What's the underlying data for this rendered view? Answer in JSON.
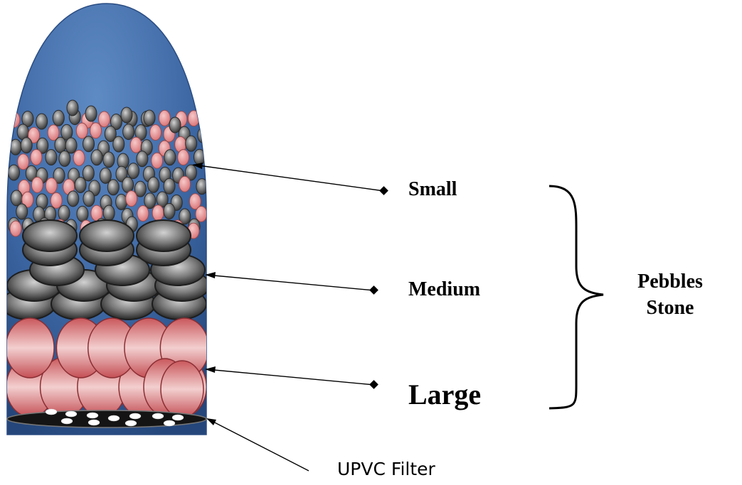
{
  "labels": {
    "small": "Small",
    "medium": "Medium",
    "large": "Large",
    "group_line1": "Pebbles",
    "group_line2": "Stone",
    "filter": "UPVC Filter"
  },
  "colors": {
    "container_blue": "#3a64a0",
    "pebble_gray": "#5e5e5e",
    "pebble_pink": "#d9777a",
    "large_red": "#c9585c",
    "filter_black": "#141414"
  }
}
